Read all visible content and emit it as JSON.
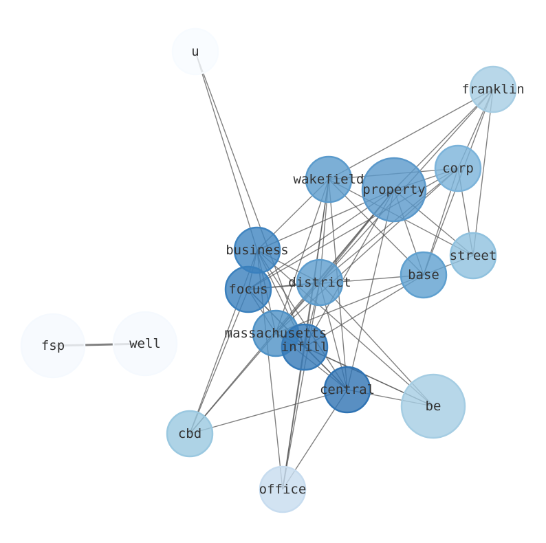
{
  "graph": {
    "nodes": [
      {
        "id": "u",
        "label": "u",
        "color": "#f7fbff",
        "weight": 1
      },
      {
        "id": "franklin",
        "label": "franklin",
        "color": "#a6cde3",
        "weight": 1
      },
      {
        "id": "corp",
        "label": "corp",
        "color": "#7bb3da",
        "weight": 1
      },
      {
        "id": "wakefield",
        "label": "wakefield",
        "color": "#5b9bcc",
        "weight": 1
      },
      {
        "id": "property",
        "label": "property",
        "color": "#5a98ca",
        "weight": 2
      },
      {
        "id": "business",
        "label": "business",
        "color": "#3f84c0",
        "weight": 1
      },
      {
        "id": "street",
        "label": "street",
        "color": "#8fc1de",
        "weight": 1
      },
      {
        "id": "base",
        "label": "base",
        "color": "#5fa0cf",
        "weight": 1
      },
      {
        "id": "focus",
        "label": "focus",
        "color": "#3a80bd",
        "weight": 1
      },
      {
        "id": "district",
        "label": "district",
        "color": "#5c9ccd",
        "weight": 1
      },
      {
        "id": "massachusetts",
        "label": "massachusetts",
        "color": "#4d91c6",
        "weight": 1
      },
      {
        "id": "infill",
        "label": "infill",
        "color": "#3479b8",
        "weight": 1
      },
      {
        "id": "central",
        "label": "central",
        "color": "#2f73b3",
        "weight": 1
      },
      {
        "id": "be",
        "label": "be",
        "color": "#a5cde3",
        "weight": 2
      },
      {
        "id": "cbd",
        "label": "cbd",
        "color": "#9ac8e0",
        "weight": 1
      },
      {
        "id": "office",
        "label": "office",
        "color": "#c7dcef",
        "weight": 1
      },
      {
        "id": "fsp",
        "label": "fsp",
        "color": "#f5f9fe",
        "weight": 2
      },
      {
        "id": "well",
        "label": "well",
        "color": "#f5f9fe",
        "weight": 2
      }
    ],
    "edges": [
      [
        "u",
        "business"
      ],
      [
        "u",
        "infill"
      ],
      [
        "franklin",
        "wakefield"
      ],
      [
        "franklin",
        "property"
      ],
      [
        "franklin",
        "base"
      ],
      [
        "franklin",
        "street"
      ],
      [
        "franklin",
        "district"
      ],
      [
        "franklin",
        "corp"
      ],
      [
        "corp",
        "wakefield"
      ],
      [
        "corp",
        "property"
      ],
      [
        "corp",
        "focus"
      ],
      [
        "corp",
        "district"
      ],
      [
        "corp",
        "base"
      ],
      [
        "corp",
        "street"
      ],
      [
        "corp",
        "massachusetts"
      ],
      [
        "wakefield",
        "business"
      ],
      [
        "wakefield",
        "massachusetts"
      ],
      [
        "wakefield",
        "infill"
      ],
      [
        "wakefield",
        "central"
      ],
      [
        "wakefield",
        "base"
      ],
      [
        "wakefield",
        "street"
      ],
      [
        "wakefield",
        "district"
      ],
      [
        "wakefield",
        "office"
      ],
      [
        "property",
        "business"
      ],
      [
        "property",
        "focus"
      ],
      [
        "property",
        "massachusetts"
      ],
      [
        "property",
        "infill"
      ],
      [
        "property",
        "district"
      ],
      [
        "property",
        "central"
      ],
      [
        "property",
        "base"
      ],
      [
        "property",
        "street"
      ],
      [
        "property",
        "cbd"
      ],
      [
        "business",
        "focus"
      ],
      [
        "business",
        "district"
      ],
      [
        "business",
        "massachusetts"
      ],
      [
        "business",
        "infill"
      ],
      [
        "business",
        "central"
      ],
      [
        "business",
        "be"
      ],
      [
        "business",
        "cbd"
      ],
      [
        "business",
        "office"
      ],
      [
        "focus",
        "district"
      ],
      [
        "focus",
        "base"
      ],
      [
        "focus",
        "massachusetts"
      ],
      [
        "focus",
        "infill"
      ],
      [
        "focus",
        "central"
      ],
      [
        "focus",
        "cbd"
      ],
      [
        "district",
        "massachusetts"
      ],
      [
        "district",
        "infill"
      ],
      [
        "district",
        "central"
      ],
      [
        "district",
        "be"
      ],
      [
        "district",
        "office"
      ],
      [
        "base",
        "massachusetts"
      ],
      [
        "base",
        "infill"
      ],
      [
        "base",
        "street"
      ],
      [
        "massachusetts",
        "infill"
      ],
      [
        "massachusetts",
        "central"
      ],
      [
        "massachusetts",
        "cbd"
      ],
      [
        "massachusetts",
        "be"
      ],
      [
        "infill",
        "central"
      ],
      [
        "infill",
        "be"
      ],
      [
        "infill",
        "office"
      ],
      [
        "central",
        "be"
      ],
      [
        "central",
        "cbd"
      ],
      [
        "central",
        "office"
      ],
      [
        "fsp",
        "well"
      ]
    ]
  }
}
